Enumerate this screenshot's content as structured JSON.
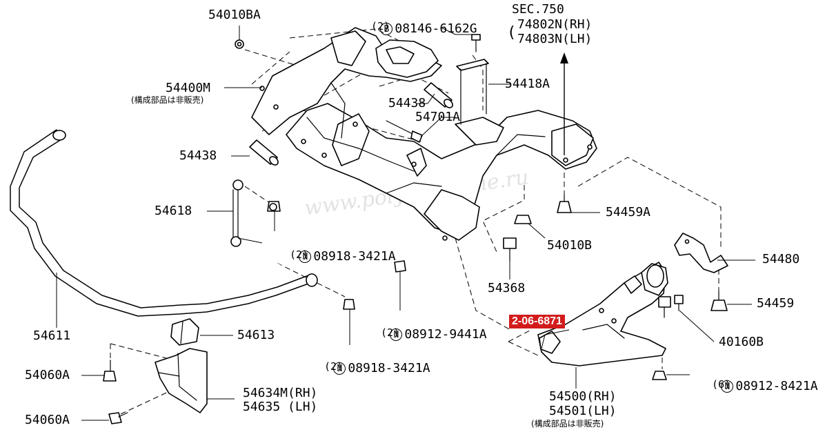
{
  "watermark": "www.polyurethane.ru",
  "highlight": {
    "part_number": "2-06-6871",
    "color": "#d21c1c"
  },
  "callouts": {
    "p54010BA": "54010BA",
    "p08146": {
      "prefix": "B",
      "number": "08146-6162G",
      "qty": "(2)"
    },
    "sec750": {
      "title": "SEC.750",
      "rh": "74802N(RH)",
      "lh": "74803N(LH)"
    },
    "p54400M": {
      "number": "54400M",
      "note": "(構成部品は非販売)"
    },
    "p54418A": "54418A",
    "p54438_top": "54438",
    "p54701A": "54701A",
    "p54438_left": "54438",
    "p54618": "54618",
    "p08918_upper": {
      "prefix": "N",
      "number": "08918-3421A",
      "qty": "(2)"
    },
    "p54459A": "54459A",
    "p54010B": "54010B",
    "p54480": "54480",
    "p54368": "54368",
    "p54459": "54459",
    "p54611": "54611",
    "p08912_9441A": {
      "prefix": "N",
      "number": "08912-9441A",
      "qty": "(2)"
    },
    "p40160B": "40160B",
    "p54613": "54613",
    "p08918_lower": {
      "prefix": "N",
      "number": "08918-3421A",
      "qty": "(2)"
    },
    "p08912_8421A": {
      "prefix": "N",
      "number": "08912-8421A",
      "qty": "(6)"
    },
    "p54060A_upper": "54060A",
    "p54634M": {
      "rh": "54634M(RH)",
      "lh": "54635 (LH)"
    },
    "p54500": {
      "rh": "54500(RH)",
      "lh": "54501(LH)",
      "note": "(構成部品は非販売)"
    },
    "p54060A_lower": "54060A"
  }
}
